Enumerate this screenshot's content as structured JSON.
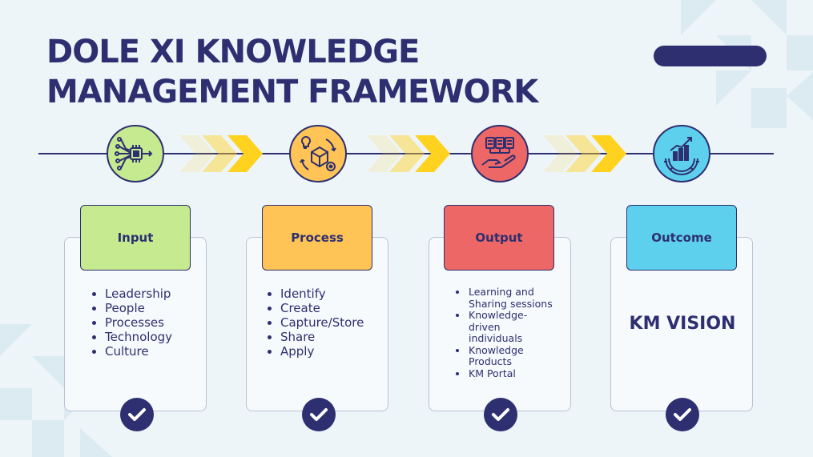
{
  "title": {
    "line1": "DOLE XI KNOWLEDGE",
    "line2": "MANAGEMENT FRAMEWORK"
  },
  "colors": {
    "navy": "#2e2f70",
    "input": "#c5ea8f",
    "process": "#ffc356",
    "output": "#ee6767",
    "outcome": "#5dd0ee",
    "chevron": "#ffd21f",
    "background": "#eef5f9"
  },
  "stages": [
    {
      "key": "input",
      "label": "Input",
      "icon": "chip-network-icon",
      "items": [
        "Leadership",
        "People",
        "Processes",
        "Technology",
        "Culture"
      ]
    },
    {
      "key": "process",
      "label": "Process",
      "icon": "idea-box-gear-icon",
      "items": [
        "Identify",
        "Create",
        "Capture/Store",
        "Share",
        "Apply"
      ]
    },
    {
      "key": "output",
      "label": "Output",
      "icon": "hand-documents-icon",
      "items": [
        "Learning and Sharing sessions",
        "Knowledge-driven individuals",
        "Knowledge Products",
        "KM Portal"
      ]
    },
    {
      "key": "outcome",
      "label": "Outcome",
      "icon": "growth-chart-gear-icon",
      "text": "KM VISION"
    }
  ]
}
